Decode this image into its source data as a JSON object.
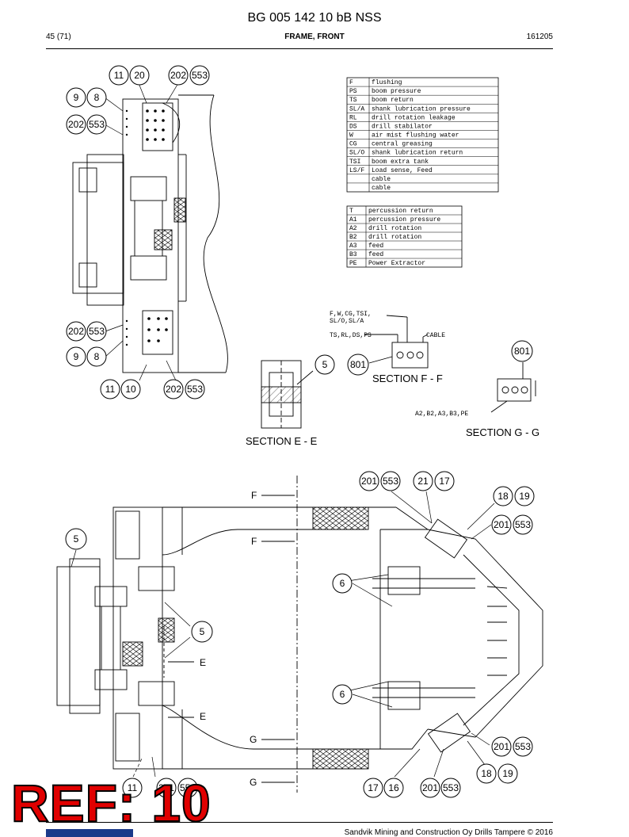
{
  "header": {
    "doc_number": "BG 005 142 10 bB NSS",
    "page": "45 (71)",
    "section": "FRAME, FRONT",
    "date": "161205"
  },
  "legend_table_1": [
    {
      "code": "F",
      "desc": "flushing"
    },
    {
      "code": "PS",
      "desc": "boom pressure"
    },
    {
      "code": "TS",
      "desc": "boom return"
    },
    {
      "code": "SL/A",
      "desc": "shank lubrication pressure"
    },
    {
      "code": "RL",
      "desc": "drill rotation leakage"
    },
    {
      "code": "DS",
      "desc": "drill stabilator"
    },
    {
      "code": "W",
      "desc": "air mist flushing water"
    },
    {
      "code": "CG",
      "desc": "central greasing"
    },
    {
      "code": "SL/O",
      "desc": "shank lubrication return"
    },
    {
      "code": "TSI",
      "desc": "boom extra tank"
    },
    {
      "code": "LS/F",
      "desc": "Load sense, Feed"
    },
    {
      "code": "",
      "desc": "cable"
    },
    {
      "code": "",
      "desc": "cable"
    }
  ],
  "legend_table_2": [
    {
      "code": "T",
      "desc": "percussion return"
    },
    {
      "code": "A1",
      "desc": "percussion pressure"
    },
    {
      "code": "A2",
      "desc": "drill rotation"
    },
    {
      "code": "B2",
      "desc": "drill rotation"
    },
    {
      "code": "A3",
      "desc": "feed"
    },
    {
      "code": "B3",
      "desc": "feed"
    },
    {
      "code": "PE",
      "desc": "Power Extractor"
    }
  ],
  "section_labels": {
    "ee": "SECTION E - E",
    "ff": "SECTION F - F",
    "gg": "SECTION G - G"
  },
  "annotations": {
    "ff_top": "F,W,CG,TSI,",
    "ff_top2": "SL/O,SL/A",
    "ff_mid": "TS,RL,DS,PS",
    "ff_cable": "CABLE",
    "gg_bottom": "A2,B2,A3,B3,PE"
  },
  "cut_letters": {
    "f": "F",
    "e": "E",
    "g": "G"
  },
  "callouts": {
    "c11": "11",
    "c20": "20",
    "c202": "202",
    "c553": "553",
    "c9": "9",
    "c8": "8",
    "c10": "10",
    "c5": "5",
    "c801": "801",
    "c201": "201",
    "c21": "21",
    "c17": "17",
    "c18": "18",
    "c19": "19",
    "c6": "6",
    "c16": "16"
  },
  "stamp": "REF: 10",
  "footer": "Sandvik Mining and Construction Oy Drills Tampere © 2016"
}
